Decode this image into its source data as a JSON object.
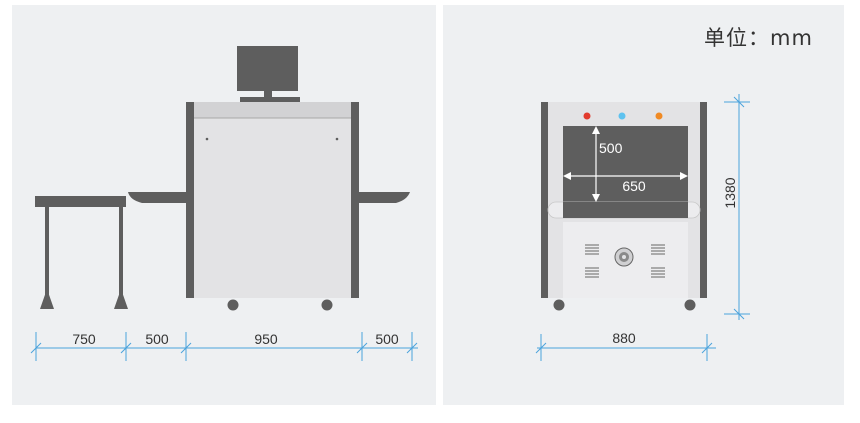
{
  "unit_label": "单位：mm",
  "colors": {
    "panel_bg": "#eef0f2",
    "dark_gray": "#5e5e5e",
    "body_light": "#e3e3e5",
    "dim_blue": "#4aa3dc",
    "red_light": "#e23b2e",
    "blue_light": "#5ec2ef",
    "orange_light": "#f08a24"
  },
  "side_view": {
    "dimensions": [
      "750",
      "500",
      "950",
      "500"
    ]
  },
  "front_view": {
    "tunnel_height": "500",
    "tunnel_width": "650",
    "overall_width": "880",
    "overall_height": "1380"
  }
}
